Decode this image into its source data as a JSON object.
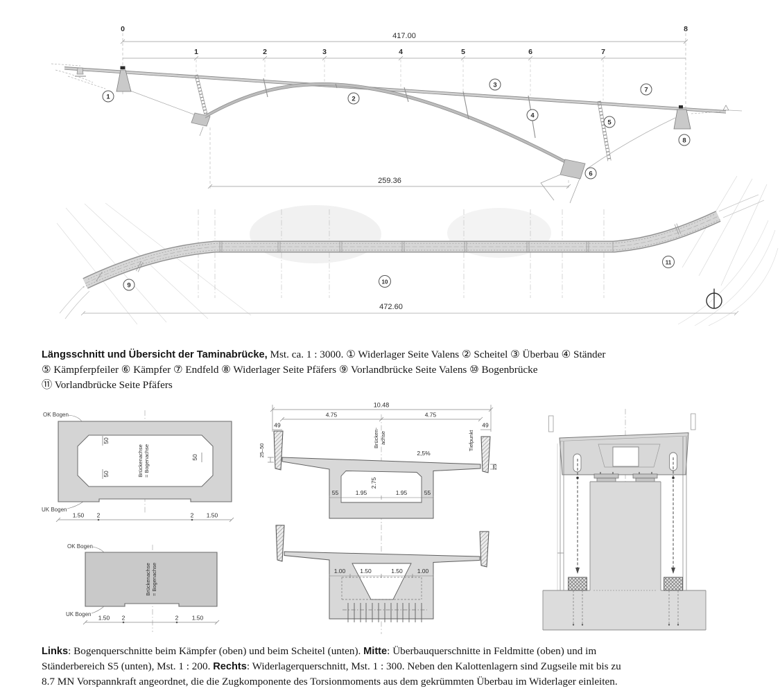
{
  "fig1": {
    "axes": [
      "0",
      "1",
      "2",
      "3",
      "4",
      "5",
      "6",
      "7",
      "8"
    ],
    "dim_total": "417.00",
    "dim_arch": "259.36",
    "callouts": [
      "1",
      "2",
      "3",
      "4",
      "5",
      "6",
      "7",
      "8"
    ]
  },
  "plan": {
    "callouts": [
      "9",
      "10",
      "11"
    ],
    "dim_length": "472.60"
  },
  "caption1": {
    "lead": "Längsschnitt und Übersicht der Taminabrücke,",
    "line1": " Mst. ca. 1 : 3000. ① Widerlager Seite Valens ② Scheitel ③ Überbau ④ Ständer",
    "line2": "⑤ Kämpferpfeiler ⑥ Kämpfer ⑦ Endfeld ⑧ Widerlager Seite Pfäfers ⑨ Vorlandbrücke Seite Valens ⑩ Bogenbrücke",
    "line3": "⑪ Vorlandbrücke Seite Pfäfers"
  },
  "sections": {
    "arch": {
      "ok": "OK Bogen",
      "uk": "UK Bogen",
      "ax1": "Brückenachse",
      "ax2": "= Bogenachse",
      "d50": "50",
      "d150": "1.50",
      "d2": "2"
    },
    "deck": {
      "w": "10.48",
      "half": "4.75",
      "edge": "49",
      "t_edge": "25–50",
      "t25": "25",
      "slope": "2,5%",
      "ax1": "Brücken-",
      "ax2": "achse",
      "tief": "Tiefpunkt",
      "h": "2.75",
      "web": "55",
      "inner": "1.95",
      "s100": "1.00",
      "s150": "1.50"
    }
  },
  "caption2": {
    "b1": "Links",
    "t1": ": Bogenquerschnitte beim Kämpfer (oben) und beim Scheitel (unten). ",
    "b2": "Mitte",
    "t2": ": Überbauquerschnitte in Feldmitte (oben) und im",
    "t3": "Ständerbereich S5 (unten), Mst. 1 : 200. ",
    "b3": "Rechts",
    "t4": ": Widerlagerquerschnitt, Mst. 1 : 300. Neben den Kalottenlagern sind Zugseile mit bis zu",
    "t5": "8.7 MN Vorspannkraft angeordnet, die die Zugkomponente des Torsionmoments aus dem gekrümmten Überbau im Widerlager einleiten."
  }
}
